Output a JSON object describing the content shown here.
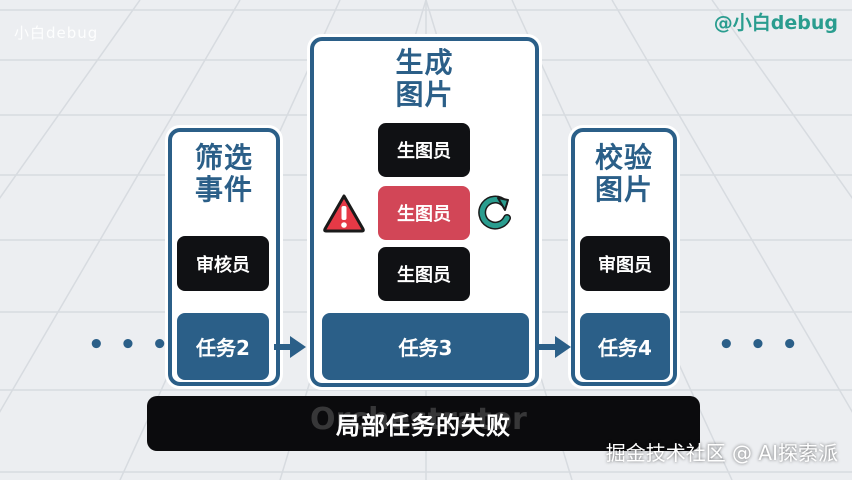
{
  "watermark": {
    "top_left": "小白debug",
    "bottom_right": "掘金技术社区 @ AI探索派"
  },
  "brand": "@小白debug",
  "stages": [
    {
      "title_line1": "筛选",
      "title_line2": "事件",
      "roles": [
        "审核员"
      ],
      "task": "任务2"
    },
    {
      "title_line1": "生成",
      "title_line2": "图片",
      "roles": [
        "生图员",
        "生图员",
        "生图员"
      ],
      "failed_role_index": 1,
      "task": "任务3"
    },
    {
      "title_line1": "校验",
      "title_line2": "图片",
      "roles": [
        "审图员"
      ],
      "task": "任务4"
    }
  ],
  "ellipsis": "• • •",
  "caption": "局部任务的失败",
  "caption_ghost": "Orchestrator",
  "colors": {
    "primary": "#2b5f88",
    "failed": "#d24657",
    "dark": "#101114",
    "retry": "#2a9d8f",
    "warning": "#e63946"
  },
  "icons": {
    "warning": "warning-triangle-icon",
    "retry": "retry-arrow-icon"
  }
}
